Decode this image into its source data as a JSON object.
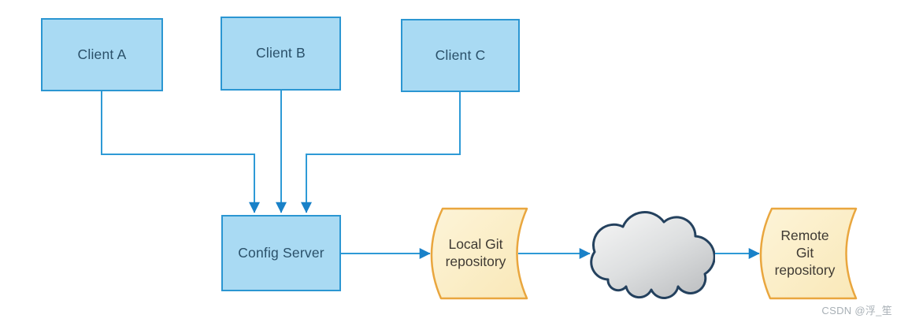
{
  "nodes": {
    "client_a": {
      "label": "Client A"
    },
    "client_b": {
      "label": "Client B"
    },
    "client_c": {
      "label": "Client C"
    },
    "config_server": {
      "label": "Config Server"
    },
    "local_git": {
      "label": "Local Git\nrepository"
    },
    "remote_git": {
      "label": "Remote\nGit\nrepository"
    },
    "cloud": {
      "name": "network-cloud"
    }
  },
  "edges": [
    {
      "from": "client_a",
      "to": "config_server"
    },
    {
      "from": "client_b",
      "to": "config_server"
    },
    {
      "from": "client_c",
      "to": "config_server"
    },
    {
      "from": "config_server",
      "to": "local_git"
    },
    {
      "from": "local_git",
      "to": "cloud"
    },
    {
      "from": "cloud",
      "to": "remote_git"
    }
  ],
  "colors": {
    "node_fill": "#a9daf3",
    "node_border": "#2b96d2",
    "node_text": "#2a5069",
    "repo_fill_light": "#fdf4d8",
    "repo_fill_dark": "#f9e8b8",
    "repo_border": "#e9a63e",
    "repo_text": "#3f3a33",
    "connector": "#2e9ad6",
    "arrowhead": "#1981c8",
    "cloud_border": "#24415e",
    "cloud_fill_light": "#f7f7f7",
    "cloud_fill_dark": "#bfc1c3",
    "watermark_text": "#a8b0b6"
  },
  "watermark": "CSDN @浮_笙"
}
